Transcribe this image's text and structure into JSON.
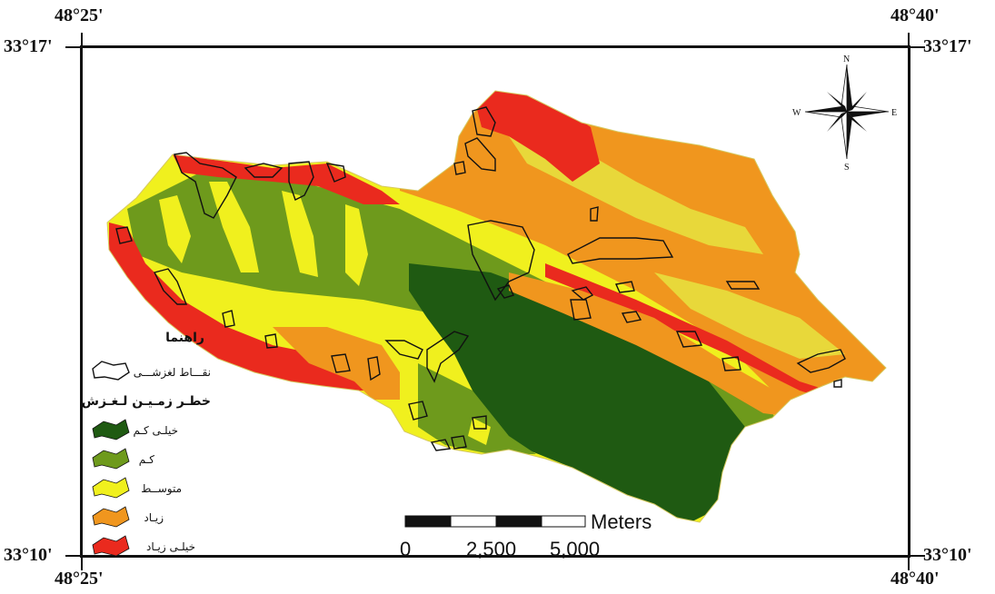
{
  "coordinates": {
    "top_left_lon": "48°25'",
    "top_right_lon": "48°40'",
    "bottom_left_lon": "48°25'",
    "bottom_right_lon": "48°40'",
    "left_top_lat": "33°17'",
    "right_top_lat": "33°17'",
    "left_bottom_lat": "33°10'",
    "right_bottom_lat": "33°10'"
  },
  "compass": {
    "north": "N",
    "south": "S",
    "east": "E",
    "west": "W"
  },
  "legend": {
    "title": "راهنما",
    "landslide_points": "نقـــاط لغزشـــی",
    "hazard_title": "خطـر زمـیـن لـغـزش",
    "classes": [
      {
        "label": "خیلـی کـم",
        "color": "#1f5a12"
      },
      {
        "label": "کـم",
        "color": "#6e9a1c"
      },
      {
        "label": "متوســط",
        "color": "#f0f01e"
      },
      {
        "label": "زیـاد",
        "color": "#f0961e"
      },
      {
        "label": "خیلـی زیـاد",
        "color": "#ea2a1e"
      }
    ]
  },
  "scale_bar": {
    "unit": "Meters",
    "ticks": [
      "0",
      "2,500",
      "5,000"
    ]
  }
}
